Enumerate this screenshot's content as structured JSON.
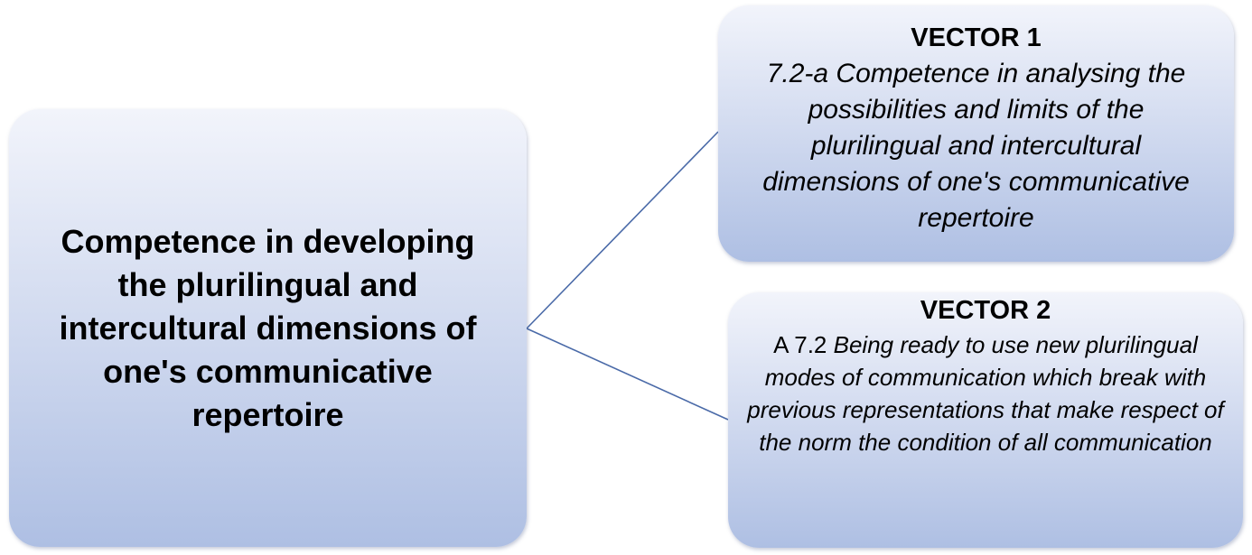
{
  "main_box": {
    "title": "Competence in developing the plurilingual and intercultural dimensions of one's communicative repertoire"
  },
  "vector1": {
    "title": "VECTOR 1",
    "text": "7.2-a Competence in analysing the possibilities and limits of the plurilingual and intercultural dimensions of one's communicative repertoire"
  },
  "vector2": {
    "title": "VECTOR 2",
    "lead": "A 7.2",
    "text": "Being ready to use new plurilingual modes of communication which break with previous representations that make respect of the norm the condition of all communication"
  },
  "colors": {
    "connector": "#4a6aa8",
    "box_top": "#f2f4fb",
    "box_bottom": "#aebfe3"
  }
}
